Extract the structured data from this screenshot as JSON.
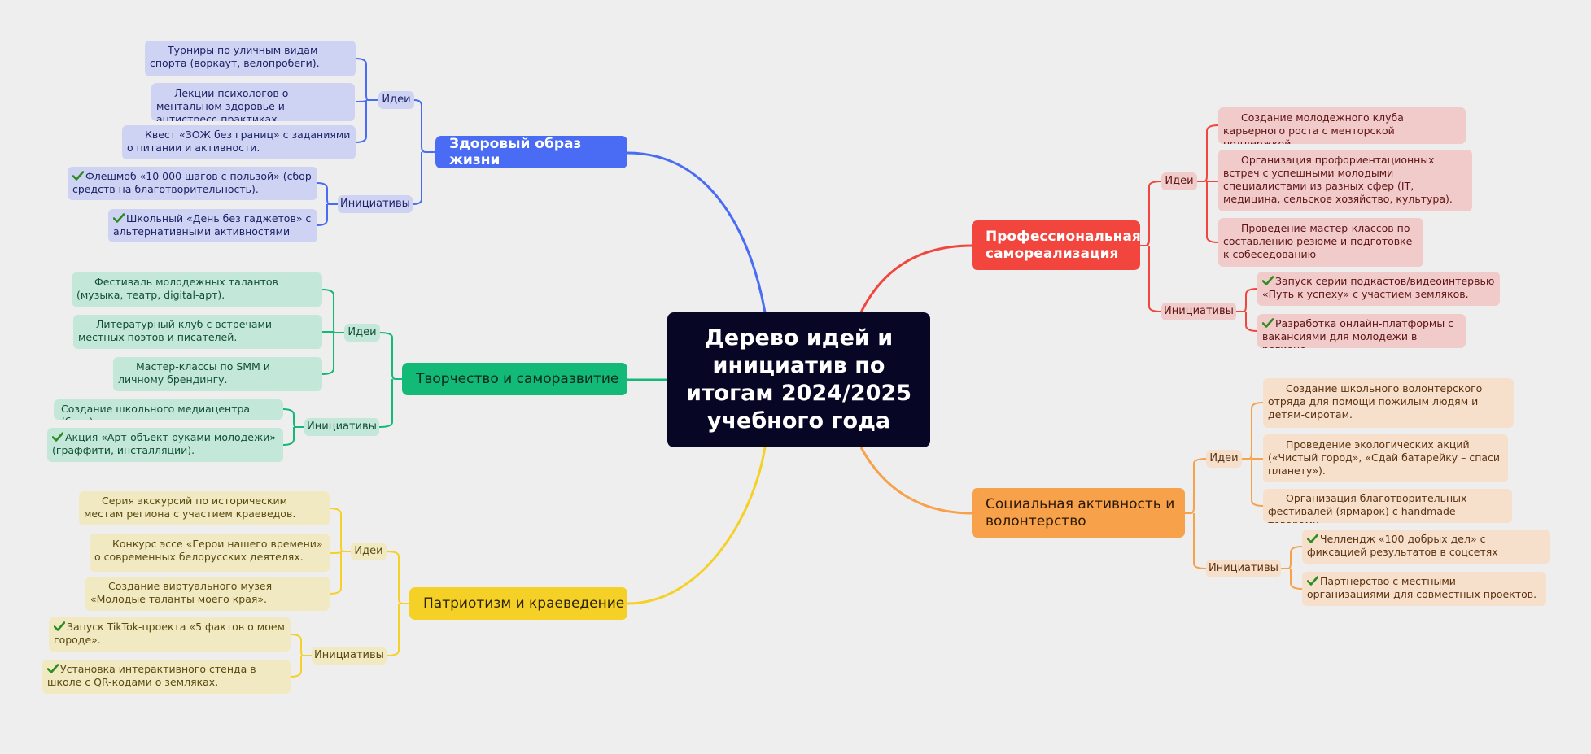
{
  "root": {
    "title": "Дерево идей и инициатив  по итогам 2024/2025 учебного года"
  },
  "colors": {
    "health": "#4a6cf5",
    "creative": "#12b977",
    "patriot": "#f5d128",
    "career": "#f2453e",
    "social": "#f7a14a",
    "root_bg": "#070625",
    "check": "#2e8b22"
  },
  "branches": {
    "health": {
      "label": "Здоровый образ жизни",
      "ideas_label": "Идеи",
      "initiatives_label": "Инициативы",
      "ideas": [
        "Турниры по уличным видам спорта (воркаут, велопробеги).",
        "Лекции психологов о ментальном здоровье и антистресс-практиках.",
        "Квест «ЗОЖ без границ» с заданиями о питании и активности."
      ],
      "initiatives": [
        "Флешмоб «10 000 шагов с пользой» (сбор средств на благотворительность).",
        "Школьный «День без гаджетов» с альтернативными активностями"
      ]
    },
    "creative": {
      "label": "Творчество и саморазвитие",
      "ideas_label": "Идеи",
      "initiatives_label": "Инициативы",
      "ideas": [
        "Фестиваль молодежных талантов (музыка, театр, digital-арт).",
        "Литературный клуб с встречами местных поэтов и писателей.",
        "Мастер-классы по SMM и личному брендингу."
      ],
      "initiatives": [
        "Создание школьного медиацентра (блог)",
        "Акция «Арт-объект руками молодежи» (граффити, инсталляции)."
      ]
    },
    "patriot": {
      "label": "Патриотизм и краеведение",
      "ideas_label": "Идеи",
      "initiatives_label": "Инициативы",
      "ideas": [
        "Серия экскурсий по историческим местам региона с участием краеведов.",
        "Конкурс эссе «Герои нашего времени» о современных белорусских деятелях.",
        "Создание виртуального музея «Молодые таланты моего края»."
      ],
      "initiatives": [
        "Запуск TikTok-проекта «5 фактов о моем городе».",
        "Установка интерактивного стенда в школе с QR-кодами о земляках."
      ]
    },
    "career": {
      "label": "Профессиональная самореализация",
      "ideas_label": "Идеи",
      "initiatives_label": "Инициативы",
      "ideas": [
        "Создание молодежного клуба карьерного роста с менторской поддержкой.",
        "Организация профориентационных встреч с успешными молодыми специалистами из разных сфер (IT, медицина, сельское хозяйство, культура).",
        "Проведение мастер-классов по составлению резюме и подготовке к собеседованию"
      ],
      "initiatives": [
        "Запуск серии подкастов/видеоинтервью «Путь к успеху» с участием земляков.",
        "Разработка онлайн-платформы с вакансиями для молодежи в регионе."
      ]
    },
    "social": {
      "label": "Социальная активность и волонтерство",
      "ideas_label": "Идеи",
      "initiatives_label": "Инициативы",
      "ideas": [
        "Создание школьного волонтерского отряда для помощи пожилым людям и детям-сиротам.",
        "Проведение экологических акций («Чистый город», «Сдай батарейку – спаси планету»).",
        "Организация благотворительных фестивалей (ярмарок) с handmade-товарами"
      ],
      "initiatives": [
        "Челлендж «100 добрых дел» с фиксацией результатов в соцсетях",
        "Партнерство с местными организациями для совместных проектов."
      ]
    }
  }
}
